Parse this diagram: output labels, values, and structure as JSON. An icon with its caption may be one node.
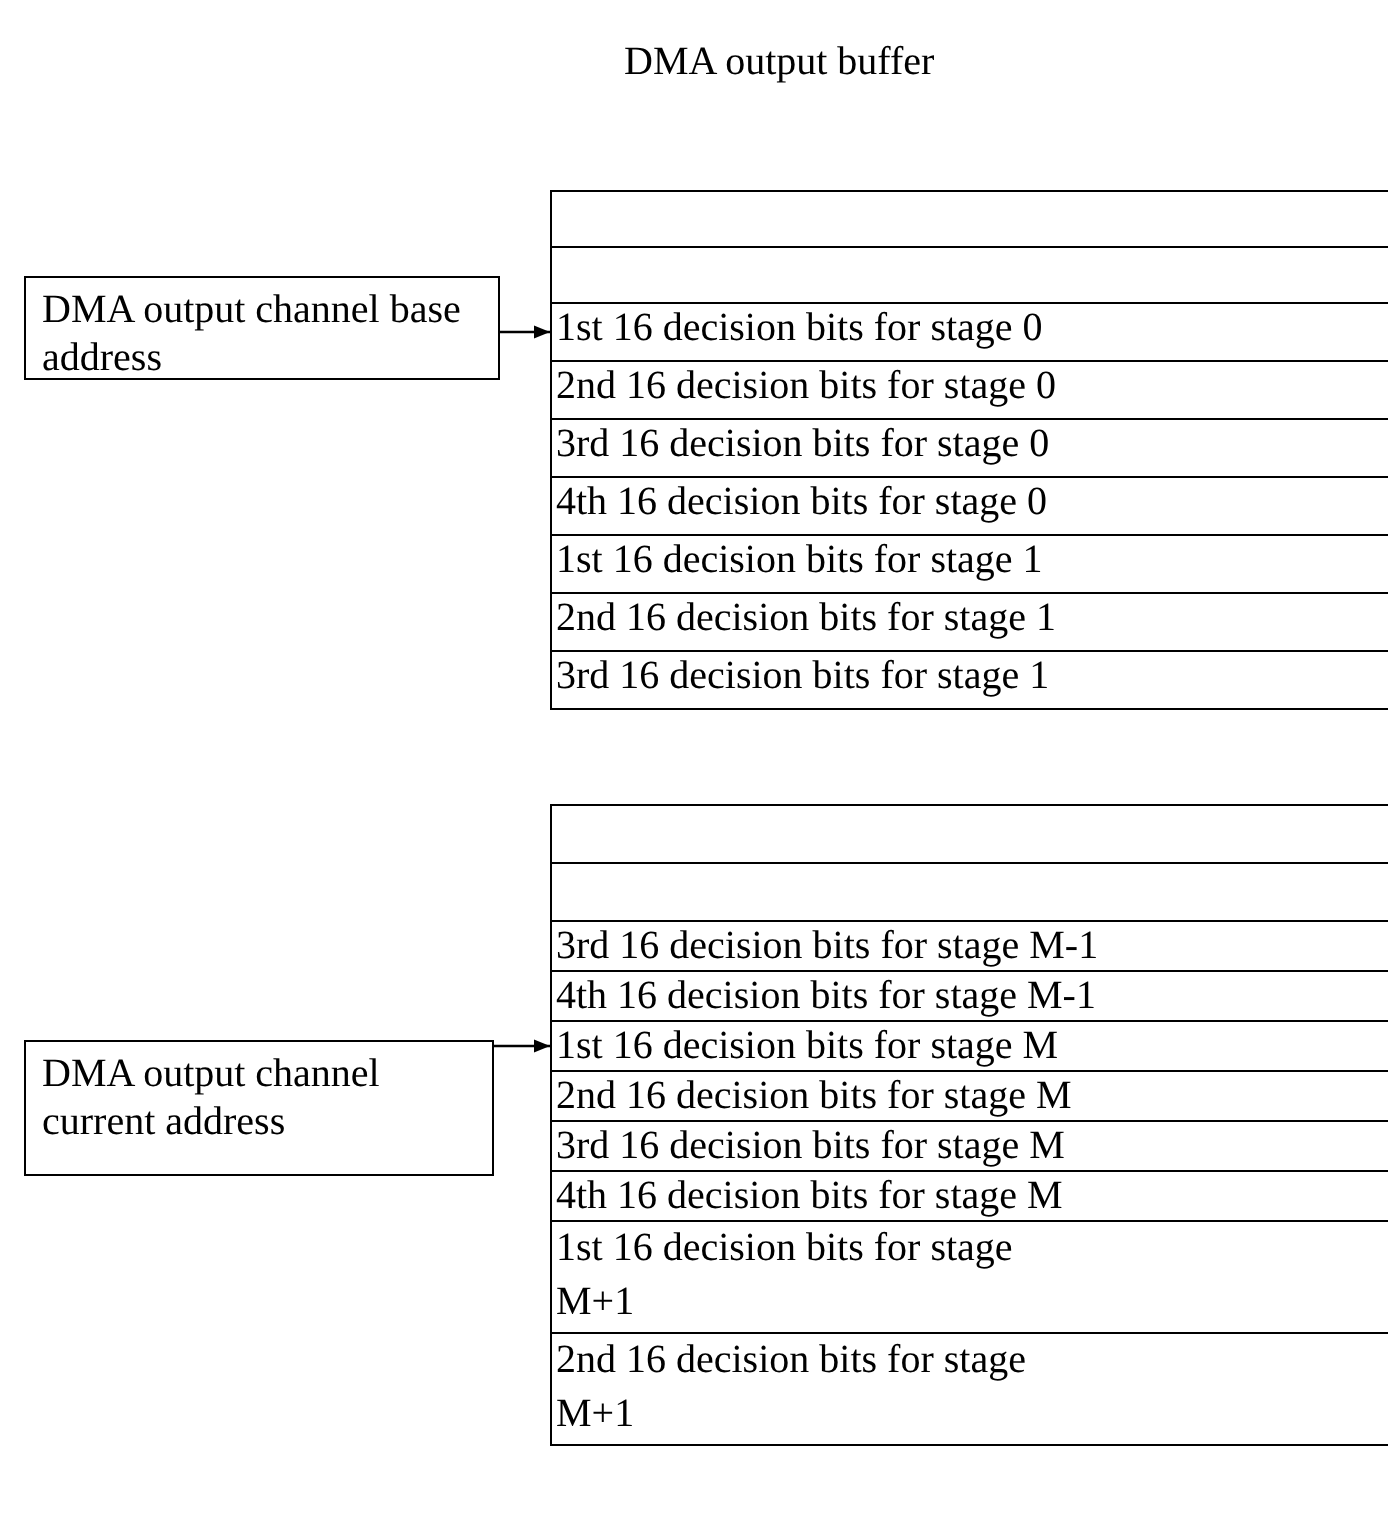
{
  "diagram": {
    "title": "DMA output buffer",
    "nodes": [
      {
        "text": [
          "DMA output channel base address"
        ]
      },
      {
        "text": [],
        "shape": "box"
      },
      {
        "text": [],
        "shape": "box"
      },
      {
        "text": [
          "1st 16 decision bits for stage 0"
        ]
      },
      {
        "text": [
          "2nd 16 decision bits for stage 0"
        ]
      },
      {
        "text": [
          "3rd 16 decision bits for stage 0"
        ]
      },
      {
        "text": [
          "4th 16 decision bits for stage 0"
        ]
      },
      {
        "text": [
          "1st 16 decision bits for stage 1"
        ]
      },
      {
        "text": [
          "2nd 16 decision bits for stage 1"
        ]
      },
      {
        "text": [
          "3rd 16 decision bits for stage 1"
        ]
      },
      {
        "text": [
          "DMA output channel current address"
        ]
      },
      {
        "text": [],
        "shape": "box"
      },
      {
        "text": [],
        "shape": "box"
      },
      {
        "text": [
          "3rd 16 decision bits for stage M-1"
        ]
      },
      {
        "text": [
          "4th 16 decision bits for stage M-1"
        ]
      },
      {
        "text": [
          "1st 16 decision bits for stage M"
        ]
      },
      {
        "text": [
          "2nd 16 decision bits for stage M"
        ]
      },
      {
        "text": [
          "3rd 16 decision bits for stage M"
        ]
      },
      {
        "text": [
          "4th 16 decision bits for stage M"
        ]
      },
      {
        "text": [
          "1st 16 decision bits for stage M+1"
        ]
      },
      {
        "text": [
          "2nd 16 decision bits for stage M+1"
        ]
      }
    ],
    "edges": [
      {
        "from": 0,
        "to": 3,
        "arrow": "to"
      },
      {
        "from": 10,
        "to": 15,
        "arrow": "to"
      }
    ]
  }
}
